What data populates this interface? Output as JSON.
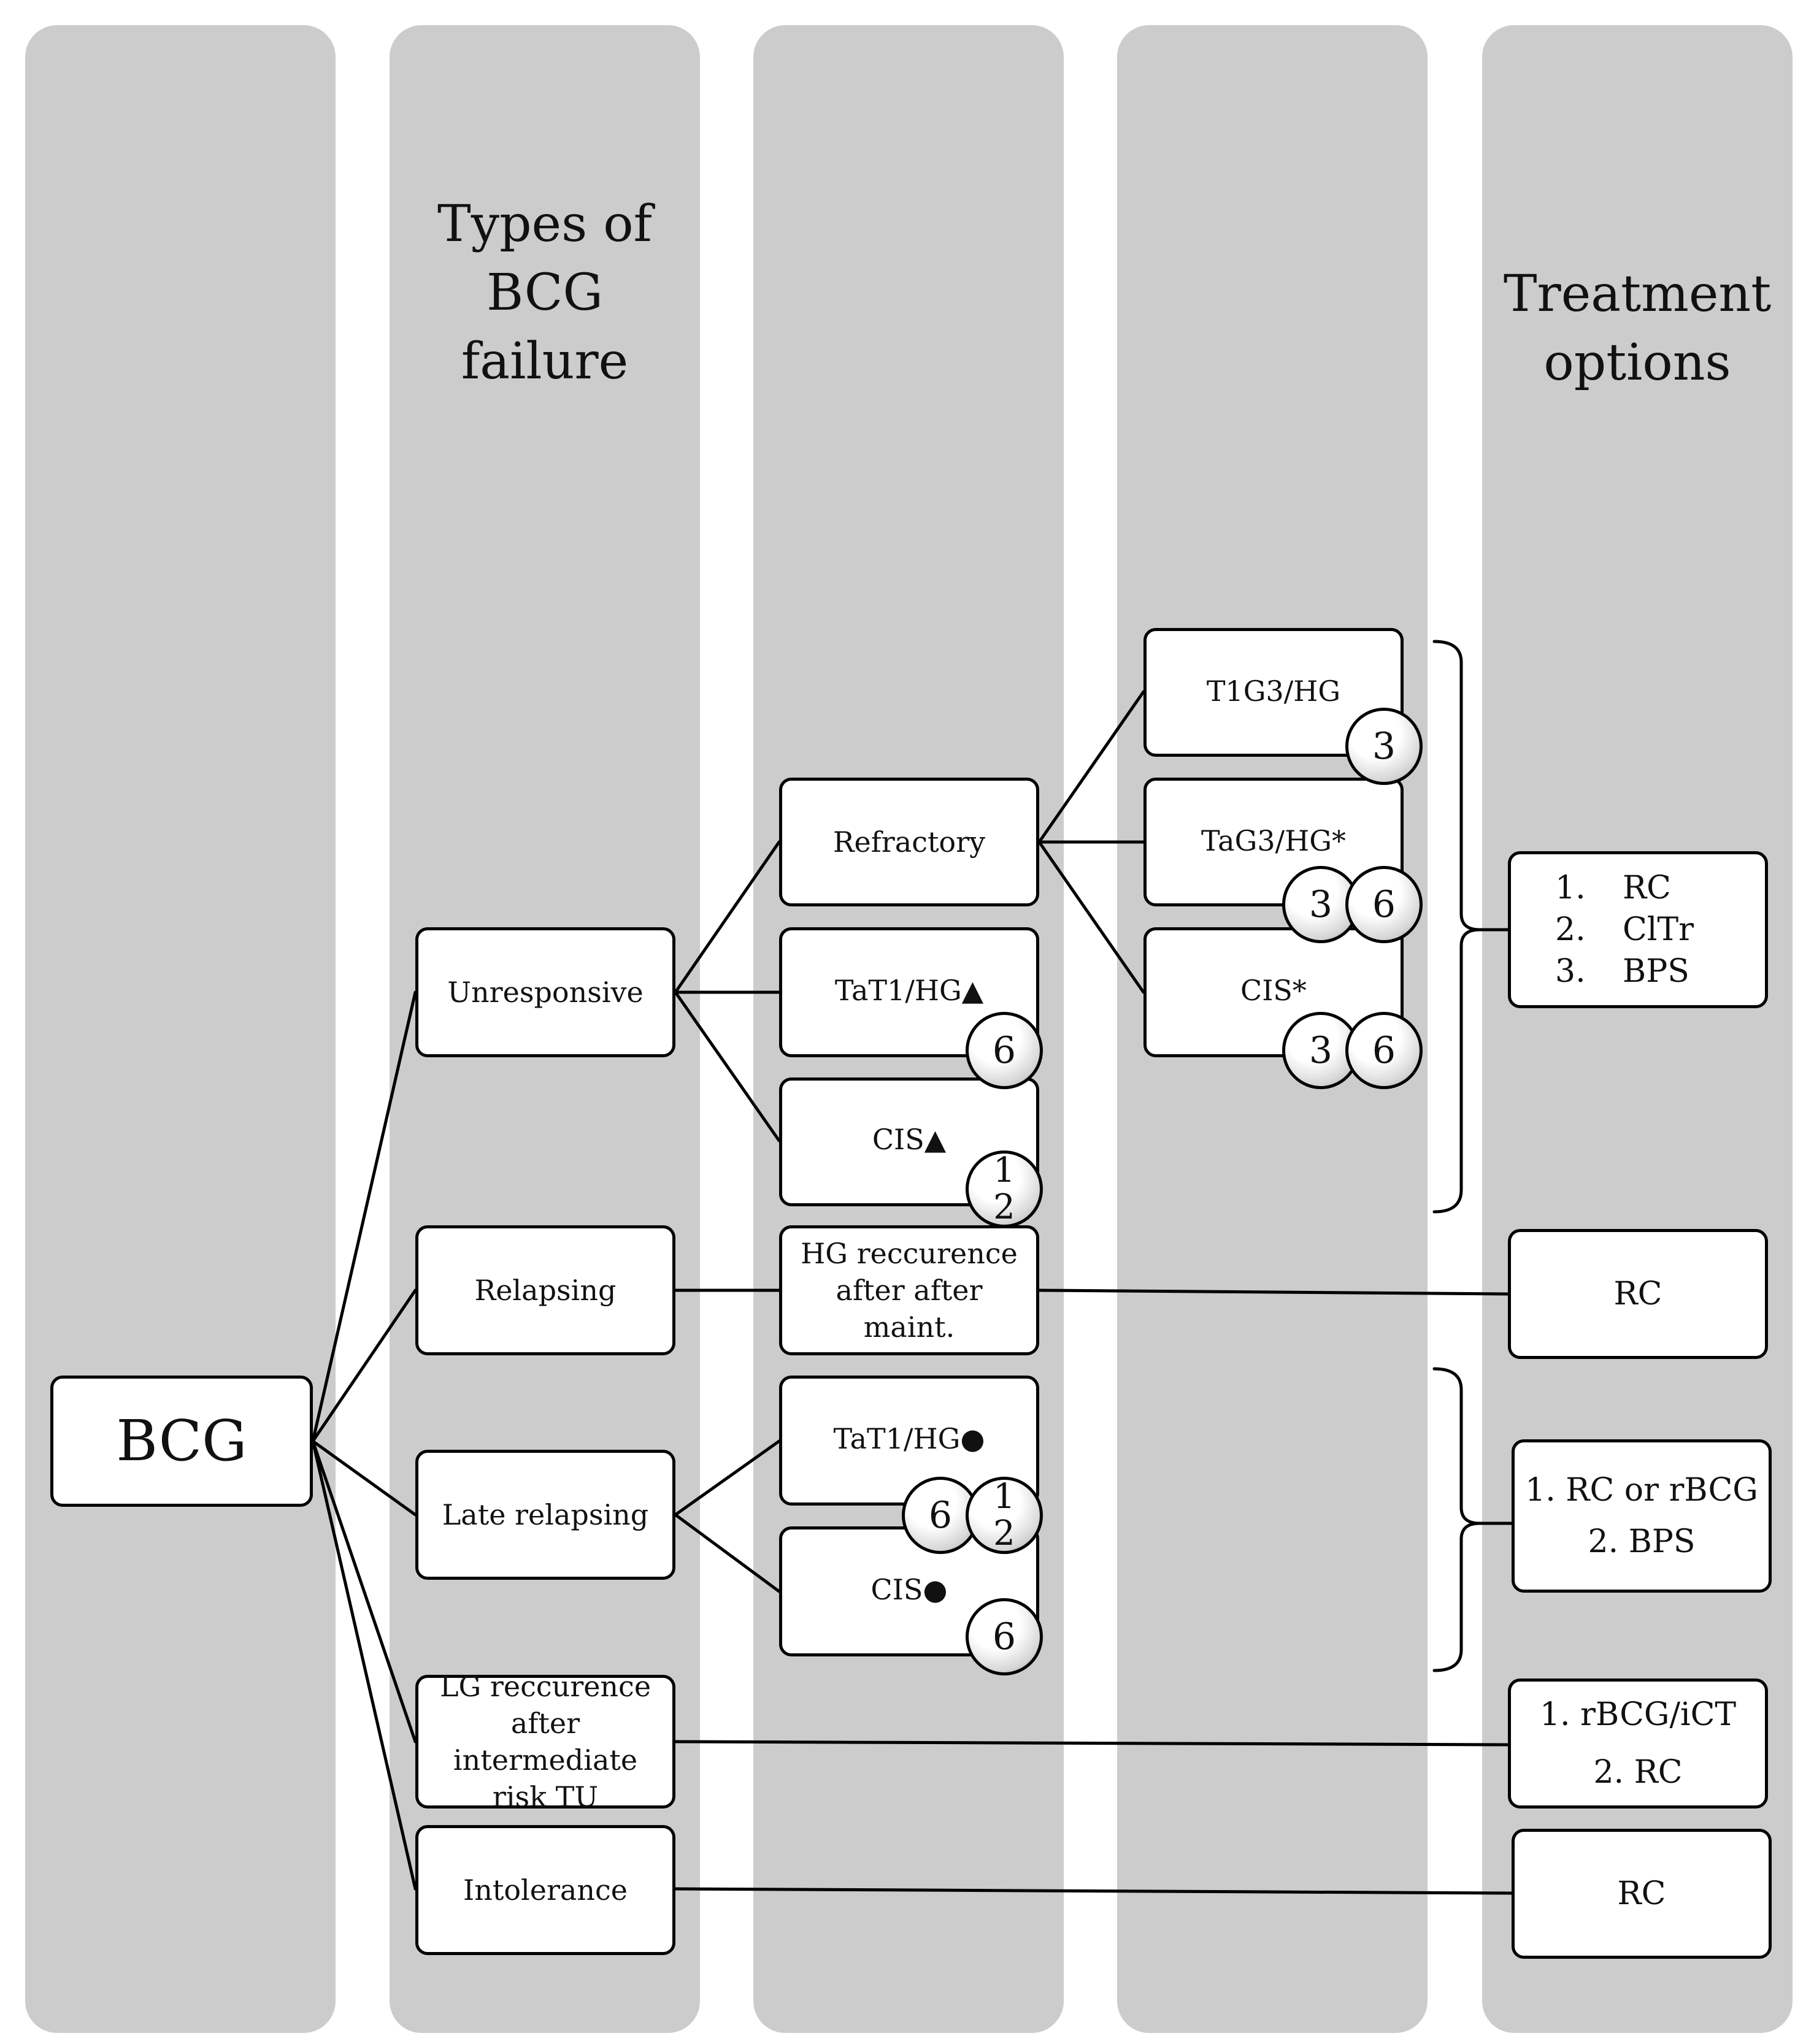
{
  "headings": {
    "types": "Types of\nBCG\nfailure",
    "treatment": "Treatment\noptions"
  },
  "root": "BCG",
  "types": {
    "unresponsive": "Unresponsive",
    "relapsing": "Relapsing",
    "late_relapsing": "Late relapsing",
    "lg_recurrence": "LG reccurence after intermediate risk TU",
    "intolerance": "Intolerance"
  },
  "subtypes": {
    "refractory": "Refractory",
    "tat1_hg_triangle": "TaT1/HG▲",
    "cis_triangle": "CIS▲",
    "hg_recurrence": "HG reccurence after after maint.",
    "tat1_hg_dot": "TaT1/HG●",
    "cis_dot": "CIS●"
  },
  "refractory_types": {
    "t1g3": "T1G3/HG",
    "tag3": "TaG3/HG*",
    "cis": "CIS*"
  },
  "treatments": {
    "group1": [
      {
        "num": "1.",
        "label": "RC"
      },
      {
        "num": "2.",
        "label": "ClTr"
      },
      {
        "num": "3.",
        "label": "BPS"
      }
    ],
    "relapsing": "RC",
    "late_relapsing": [
      "1. RC or rBCG",
      "2. BPS"
    ],
    "lg_recurrence": [
      "1. rBCG/iCT",
      "2. RC"
    ],
    "intolerance": "RC"
  },
  "badges": {
    "t1g3": [
      "3"
    ],
    "tag3": [
      "3",
      "6"
    ],
    "cis_refractory": [
      "3",
      "6"
    ],
    "tat1_triangle": [
      "6"
    ],
    "cis_triangle": [
      "1\n2"
    ],
    "tat1_dot": [
      "6",
      "1\n2"
    ],
    "cis_dot": [
      "6"
    ]
  }
}
